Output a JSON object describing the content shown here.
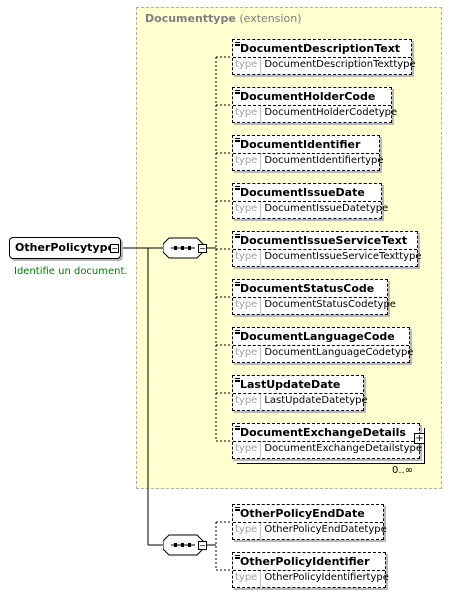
{
  "extension": {
    "title": "Documenttype",
    "subtitle": "(extension)"
  },
  "root": {
    "name": "OtherPolicytype",
    "annotation": "Identifie un document."
  },
  "type_label": "type",
  "compositor_icon": "sequence-icon",
  "extension_elements": [
    {
      "name": "DocumentDescriptionText",
      "type": "DocumentDescriptionTexttype"
    },
    {
      "name": "DocumentHolderCode",
      "type": "DocumentHolderCodetype"
    },
    {
      "name": "DocumentIdentifier",
      "type": "DocumentIdentifiertype"
    },
    {
      "name": "DocumentIssueDate",
      "type": "DocumentIssueDatetype"
    },
    {
      "name": "DocumentIssueServiceText",
      "type": "DocumentIssueServiceTexttype"
    },
    {
      "name": "DocumentStatusCode",
      "type": "DocumentStatusCodetype"
    },
    {
      "name": "DocumentLanguageCode",
      "type": "DocumentLanguageCodetype"
    },
    {
      "name": "LastUpdateDate",
      "type": "LastUpdateDatetype"
    },
    {
      "name": "DocumentExchangeDetails",
      "type": "DocumentExchangeDetailstype",
      "occurrence": "0..∞"
    }
  ],
  "own_elements": [
    {
      "name": "OtherPolicyEndDate",
      "type": "OtherPolicyEndDatetype"
    },
    {
      "name": "OtherPolicyIdentifier",
      "type": "OtherPolicyIdentifiertype"
    }
  ],
  "colors": {
    "extension_background": "#ffffd0",
    "annotation_text": "#008000",
    "type_label": "#a0a0a0"
  }
}
